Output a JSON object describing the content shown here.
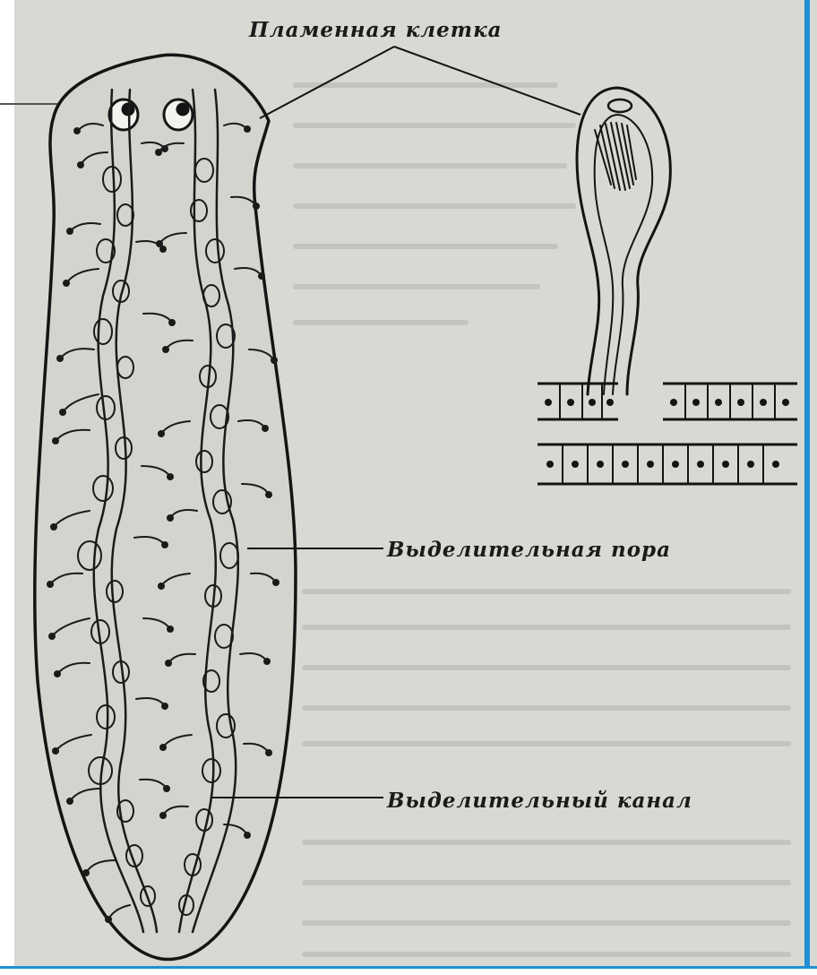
{
  "labels": {
    "flame_cell": "Пламенная клетка",
    "excretory_pore": "Выделительная пора",
    "excretory_canal": "Выделительный канал"
  },
  "colors": {
    "paper": "#d9d9d3",
    "ink": "#1a1a1a",
    "accent": "#1e90d6"
  }
}
